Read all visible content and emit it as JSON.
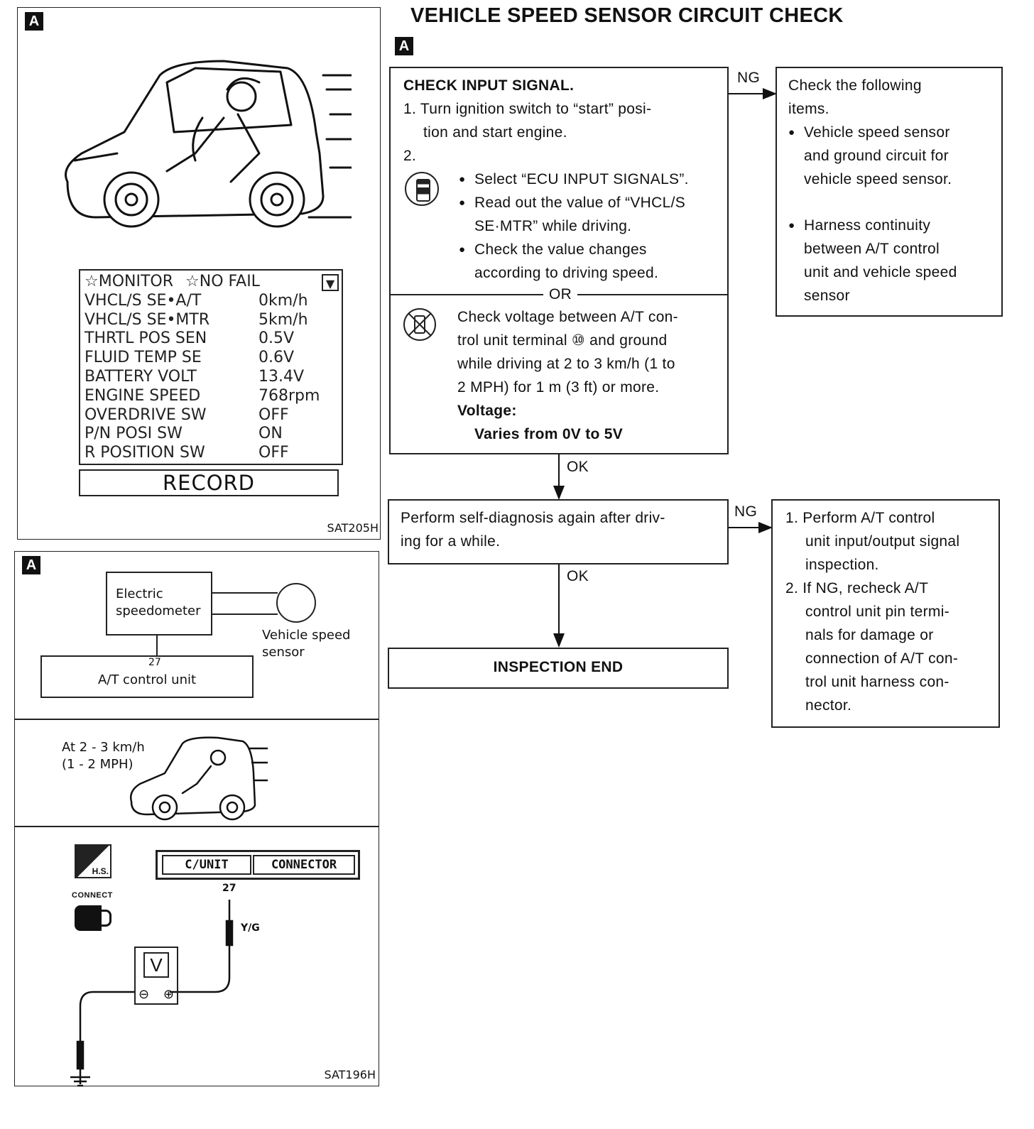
{
  "title": "VEHICLE SPEED SENSOR CIRCUIT CHECK",
  "section_tag": "A",
  "figure1": {
    "tag": "A",
    "monitor": {
      "header_left": "☆MONITOR",
      "header_right": "☆NO FAIL",
      "scroll_symbol": "▼",
      "rows": [
        {
          "label": "VHCL/S SE•A/T",
          "value": "0km/h"
        },
        {
          "label": "VHCL/S SE•MTR",
          "value": "5km/h"
        },
        {
          "label": "THRTL POS SEN",
          "value": "0.5V"
        },
        {
          "label": "FLUID TEMP SE",
          "value": "0.6V"
        },
        {
          "label": "BATTERY VOLT",
          "value": "13.4V"
        },
        {
          "label": "ENGINE SPEED",
          "value": "768rpm"
        },
        {
          "label": "OVERDRIVE SW",
          "value": "OFF"
        },
        {
          "label": "P/N POSI SW",
          "value": "ON"
        },
        {
          "label": "R POSITION SW",
          "value": "OFF"
        }
      ],
      "record_button": "RECORD"
    },
    "code": "SAT205H"
  },
  "figure2": {
    "tag": "A",
    "speedometer": "Electric\nspeedometer",
    "sensor": "Vehicle speed\nsensor",
    "terminal": "27",
    "control_unit": "A/T control unit",
    "speed_line1": "At 2 - 3 km/h",
    "speed_line2": "(1 - 2 MPH)",
    "hs_label": "H.S.",
    "connect_label": "CONNECT",
    "cunit": "C/UNIT",
    "connector": "CONNECTOR",
    "terminal2": "27",
    "wire": "Y/G",
    "meter": "V",
    "minus": "⊖",
    "plus": "⊕",
    "code": "SAT196H"
  },
  "flow": {
    "check_title": "CHECK INPUT SIGNAL.",
    "step1": "1. Turn ignition switch to “start” posi-",
    "step1b": "tion and start engine.",
    "step2": "2.",
    "bullet1": "Select “ECU INPUT SIGNALS”.",
    "bullet2a": "Read out the value of “VHCL/S",
    "bullet2b": "SE·MTR” while driving.",
    "bullet3a": "Check the value changes",
    "bullet3b": "according to driving speed.",
    "or": "OR",
    "alt1": "Check voltage between A/T con-",
    "alt2": "trol unit terminal ⑩ and ground",
    "alt3": "while driving at 2 to 3 km/h (1 to",
    "alt4": "2 MPH) for 1 m (3 ft) or more.",
    "voltage_label": "Voltage:",
    "voltage_value": "Varies from 0V to 5V",
    "ng1": "NG",
    "ng1_text1": "Check the following",
    "ng1_text2": "items.",
    "ng1_b1a": "Vehicle speed sensor",
    "ng1_b1b": "and ground circuit for",
    "ng1_b1c": "vehicle speed sensor.",
    "ng1_b2a": "Harness continuity",
    "ng1_b2b": "between A/T control",
    "ng1_b2c": "unit and vehicle speed",
    "ng1_b2d": "sensor",
    "ok1": "OK",
    "selfdiag1": "Perform self-diagnosis again after driv-",
    "selfdiag2": "ing for a while.",
    "ng2": "NG",
    "ng2_1a": "1. Perform A/T control",
    "ng2_1b": "unit input/output signal",
    "ng2_1c": "inspection.",
    "ng2_2a": "2. If NG, recheck A/T",
    "ng2_2b": "control unit pin termi-",
    "ng2_2c": "nals for damage or",
    "ng2_2d": "connection of A/T con-",
    "ng2_2e": "trol unit harness con-",
    "ng2_2f": "nector.",
    "ok2": "OK",
    "end": "INSPECTION END"
  }
}
